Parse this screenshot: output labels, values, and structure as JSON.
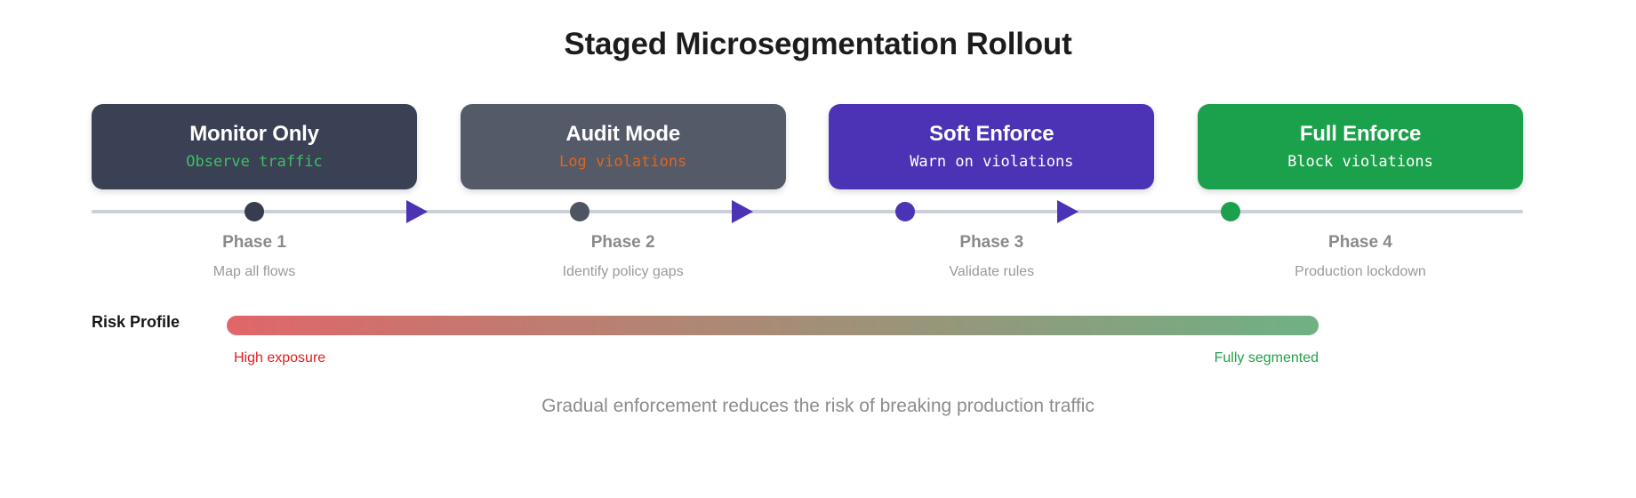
{
  "title": "Staged Microsegmentation Rollout",
  "phases": [
    {
      "card_title": "Monitor Only",
      "card_subtitle": "Observe traffic",
      "card_bg": "#3b4154",
      "subtitle_color": "#3fbf63",
      "dot_color": "#373d4f",
      "phase_name": "Phase 1",
      "phase_desc": "Map all flows"
    },
    {
      "card_title": "Audit Mode",
      "card_subtitle": "Log violations",
      "card_bg": "#545a68",
      "subtitle_color": "#e2661a",
      "dot_color": "#4e5462",
      "phase_name": "Phase 2",
      "phase_desc": "Identify policy gaps"
    },
    {
      "card_title": "Soft Enforce",
      "card_subtitle": "Warn on violations",
      "card_bg": "#4c33b5",
      "subtitle_color": "#ffffff",
      "dot_color": "#4c33b5",
      "phase_name": "Phase 3",
      "phase_desc": "Validate rules"
    },
    {
      "card_title": "Full Enforce",
      "card_subtitle": "Block violations",
      "card_bg": "#1ba14b",
      "subtitle_color": "#ffffff",
      "dot_color": "#1ba14b",
      "phase_name": "Phase 4",
      "phase_desc": "Production lockdown"
    }
  ],
  "arrow_color": "#4c33b5",
  "timeline_color": "#ccd0db",
  "risk": {
    "label": "Risk Profile",
    "start_label": "High exposure",
    "end_label": "Fully segmented",
    "start_color": "#e0666a",
    "end_color": "#6fb183",
    "start_text_color": "#e02020",
    "end_text_color": "#21a149"
  },
  "footer": "Gradual enforcement reduces the risk of breaking production traffic"
}
